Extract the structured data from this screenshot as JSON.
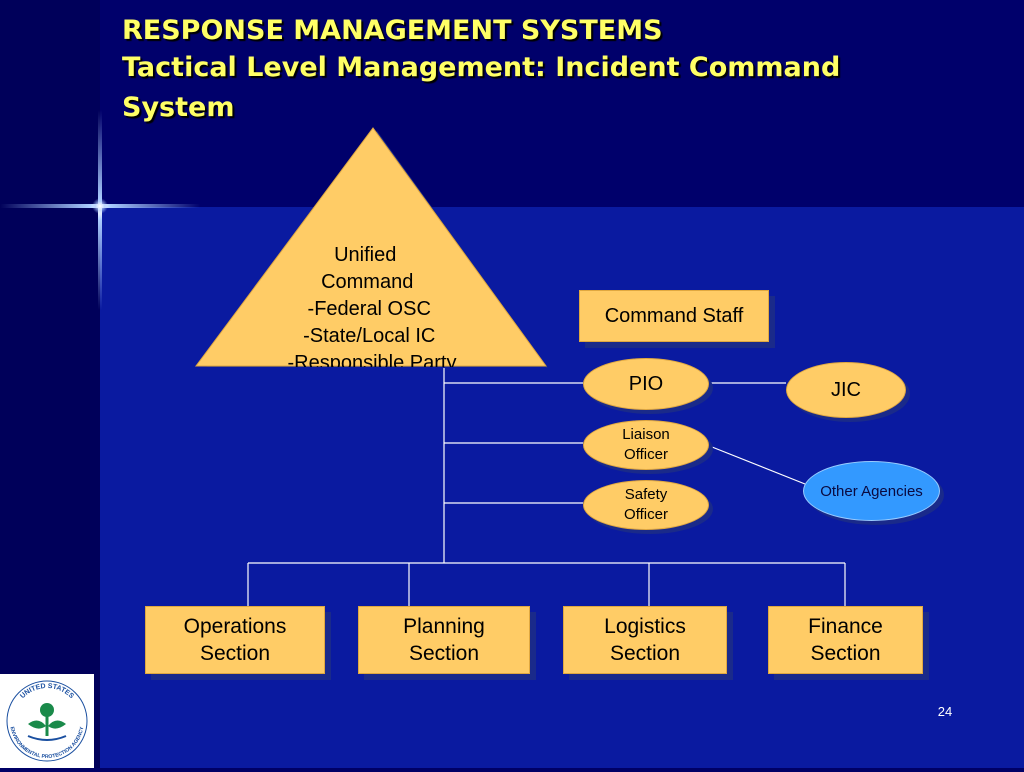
{
  "slide": {
    "title_line1": "RESPONSE MANAGEMENT SYSTEMS",
    "title_line2": "Tactical Level Management: Incident Command System",
    "page_number": "24"
  },
  "colors": {
    "background": "#000066",
    "title": "#ffff66",
    "box_fill": "#ffcc66",
    "other_agencies_fill": "#3399ff",
    "lines": "#ffffff"
  },
  "unified_command": {
    "lines": [
      "Unified",
      "Command",
      "-Federal OSC",
      "-State/Local IC",
      "-Responsible Party"
    ]
  },
  "command_staff": {
    "label": "Command Staff",
    "pio": "PIO",
    "liaison": [
      "Liaison",
      "Officer"
    ],
    "safety": [
      "Safety",
      "Officer"
    ]
  },
  "external": {
    "jic": "JIC",
    "other_agencies": "Other Agencies"
  },
  "sections": [
    [
      "Operations",
      "Section"
    ],
    [
      "Planning",
      "Section"
    ],
    [
      "Logistics",
      "Section"
    ],
    [
      "Finance",
      "Section"
    ]
  ],
  "logo": {
    "top_text": "UNITED STATES",
    "bottom_text": "ENVIRONMENTAL PROTECTION AGENCY"
  },
  "icons": [
    "epa-seal-icon",
    "sparkle-icon"
  ]
}
